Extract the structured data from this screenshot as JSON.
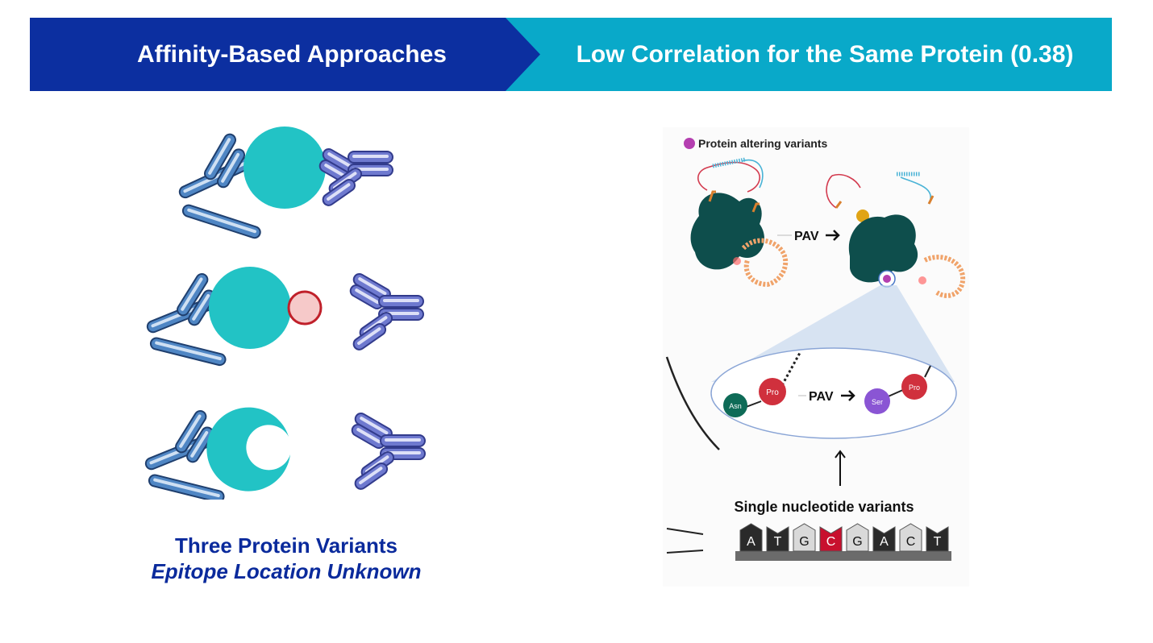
{
  "banner": {
    "left_title": "Affinity-Based Approaches",
    "right_title": "Low Correlation for the Same Protein (0.38)",
    "colors": {
      "left": "#0c2fa0",
      "right": "#09a9c9"
    }
  },
  "left_panel": {
    "caption_line1": "Three Protein Variants",
    "caption_line2": "Epitope Location Unknown",
    "colors": {
      "protein": "#22c3c5",
      "antibody_blue": "#4f86c4",
      "antibody_purple": "#6e79cf",
      "variant_red": "#c0202a"
    }
  },
  "right_panel": {
    "legend_label": "Protein altering variants",
    "pav_label_top": "PAV",
    "pav_label_zoom": "PAV",
    "residues": {
      "asn": "Asn",
      "pro_left": "Pro",
      "ser": "Ser",
      "pro_right": "Pro"
    },
    "snv_title": "Single nucleotide variants",
    "nucleotides": [
      "A",
      "T",
      "G",
      "C",
      "G",
      "A",
      "C",
      "T"
    ],
    "highlight_index": 3,
    "colors": {
      "legend_dot": "#b43fb0",
      "protein": "#0e4e4c",
      "highlight": "#c8102e"
    }
  }
}
